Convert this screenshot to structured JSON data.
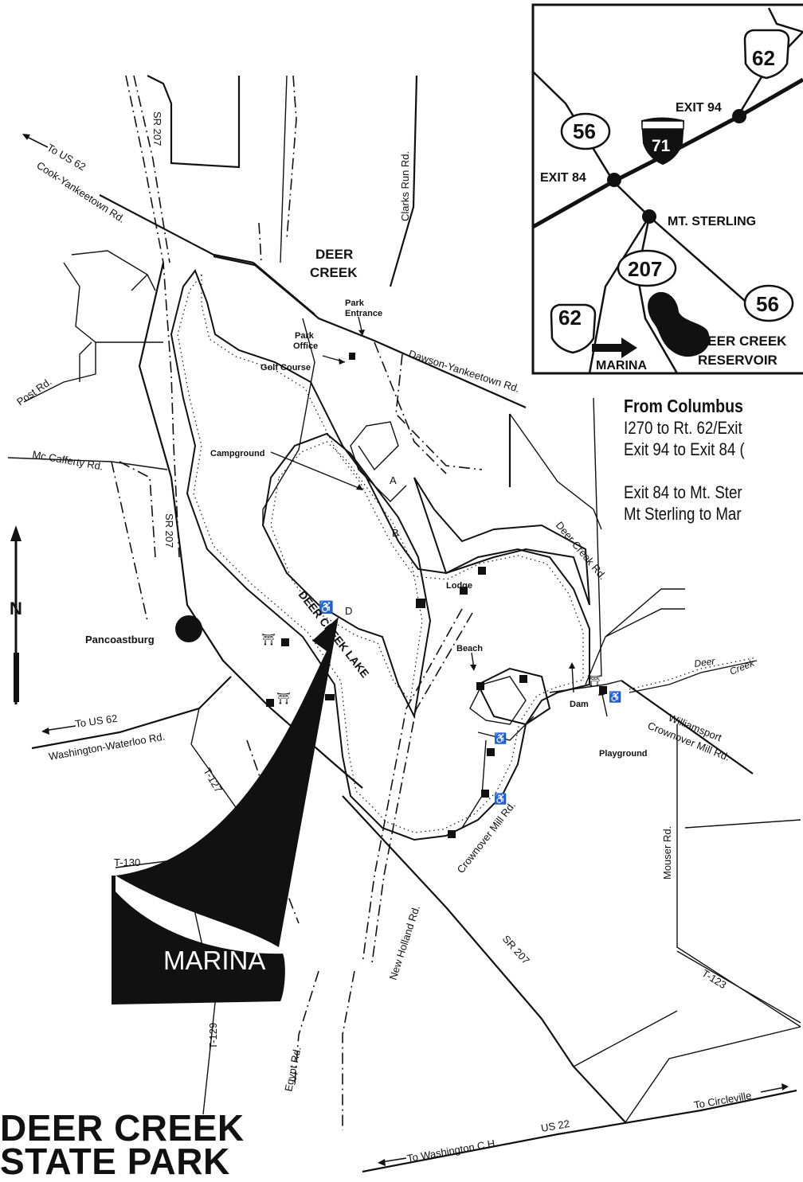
{
  "title": {
    "line1": "DEER CREEK",
    "line2": "STATE PARK"
  },
  "north_label": "N",
  "directions": {
    "heading": "From Columbus",
    "lines": [
      "I270 to Rt. 62/Exit",
      "Exit 94 to Exit 84 (",
      "",
      "Exit 84 to Mt. Ster",
      "Mt Sterling to Mar"
    ]
  },
  "inset": {
    "shields": {
      "us62_top": "62",
      "us62_bottom": "62",
      "sr56_left": "56",
      "sr56_right": "56",
      "sr207": "207",
      "i71": "71"
    },
    "labels": {
      "exit94": "EXIT 94",
      "exit84": "EXIT 84",
      "mt_sterling": "MT. STERLING",
      "marina": "MARINA",
      "reservoir_1": "DEER CREEK",
      "reservoir_2": "RESERVOIR"
    }
  },
  "roads": {
    "sr207_north": "SR 207",
    "sr207_mid": "SR 207",
    "sr207_south": "SR 207",
    "clarks_run": "Clarks Run Rd.",
    "to_us62_nw": "To US 62",
    "cook_yankeetown": "Cook-Yankeetown Rd.",
    "post": "Post Rd.",
    "mc_cafferty": "Mc Cafferty Rd.",
    "dawson_yankeetown": "Dawson-Yankeetown Rd.",
    "deer_creek_rd": "Deer Creek Rd.",
    "to_us62_w": "To US 62",
    "washington_waterloo": "Washington-Waterloo Rd.",
    "t127": "T-127",
    "t130": "T-130",
    "t129": "T-129",
    "t123": "T-123",
    "egypt": "Egypt Rd.",
    "new_holland": "New Holland Rd.",
    "crownover_mill": "Crownover Mill Rd.",
    "williamsport_1": "Williamsport",
    "williamsport_2": "Crownover Mill Rd.",
    "mouser": "Mouser Rd.",
    "to_circleville": "To Circleville",
    "us22": "US 22",
    "to_washington": "To Washington C.H."
  },
  "places": {
    "deer_creek_1": "DEER",
    "deer_creek_2": "CREEK",
    "park_entrance_1": "Park",
    "park_entrance_2": "Entrance",
    "park_office_1": "Park",
    "park_office_2": "Office",
    "golf_course": "Golf Course",
    "campground": "Campground",
    "lodge": "Lodge",
    "beach": "Beach",
    "dam": "Dam",
    "playground": "Playground",
    "pancoastburg": "Pancoastburg",
    "lake": "DEER CREEK LAKE",
    "creek_1": "Deer",
    "creek_2": "Creek",
    "site_a": "A",
    "site_b": "B",
    "site_d": "D",
    "marina_callout": "MARINA"
  }
}
